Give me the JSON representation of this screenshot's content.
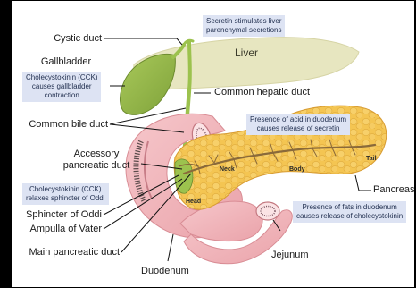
{
  "labels": {
    "cystic_duct": "Cystic duct",
    "gallbladder": "Gallbladder",
    "common_hepatic_duct": "Common hepatic duct",
    "common_bile_duct": "Common bile duct",
    "accessory_pancreatic_duct_1": "Accessory",
    "accessory_pancreatic_duct_2": "pancreatic duct",
    "sphincter_of_oddi": "Sphincter of Oddi",
    "ampulla_of_vater": "Ampulla of Vater",
    "main_pancreatic_duct": "Main pancreatic duct",
    "duodenum": "Duodenum",
    "jejunum": "Jejunum",
    "pancreas": "Pancreas",
    "liver": "Liver"
  },
  "organ_parts": {
    "neck": "Neck",
    "body": "Body",
    "tail": "Tail",
    "head": "Head"
  },
  "notes": {
    "secretin_liver_1": "Secretin stimulates liver",
    "secretin_liver_2": "parenchymal secretions",
    "cck_gallbladder_1": "Cholecystokinin (CCK)",
    "cck_gallbladder_2": "causes gallbladder",
    "cck_gallbladder_3": "contraction",
    "acid_1": "Presence of acid in duodenum",
    "acid_2": "causes release of secretin",
    "cck_oddi_1": "Cholecystokinin (CCK)",
    "cck_oddi_2": "relaxes sphincter of Oddi",
    "fats_1": "Presence of fats in duodenum",
    "fats_2": "causes release of cholecystokinin"
  },
  "colors": {
    "note_bg": "#dde3f3",
    "liver": "#e7e6c0",
    "gallbladder": "#95b84a",
    "bile_duct": "#9cc24e",
    "pancreas": "#f4c552",
    "duodenum": "#f2b9be",
    "duct_brown": "#8a6a3a"
  }
}
